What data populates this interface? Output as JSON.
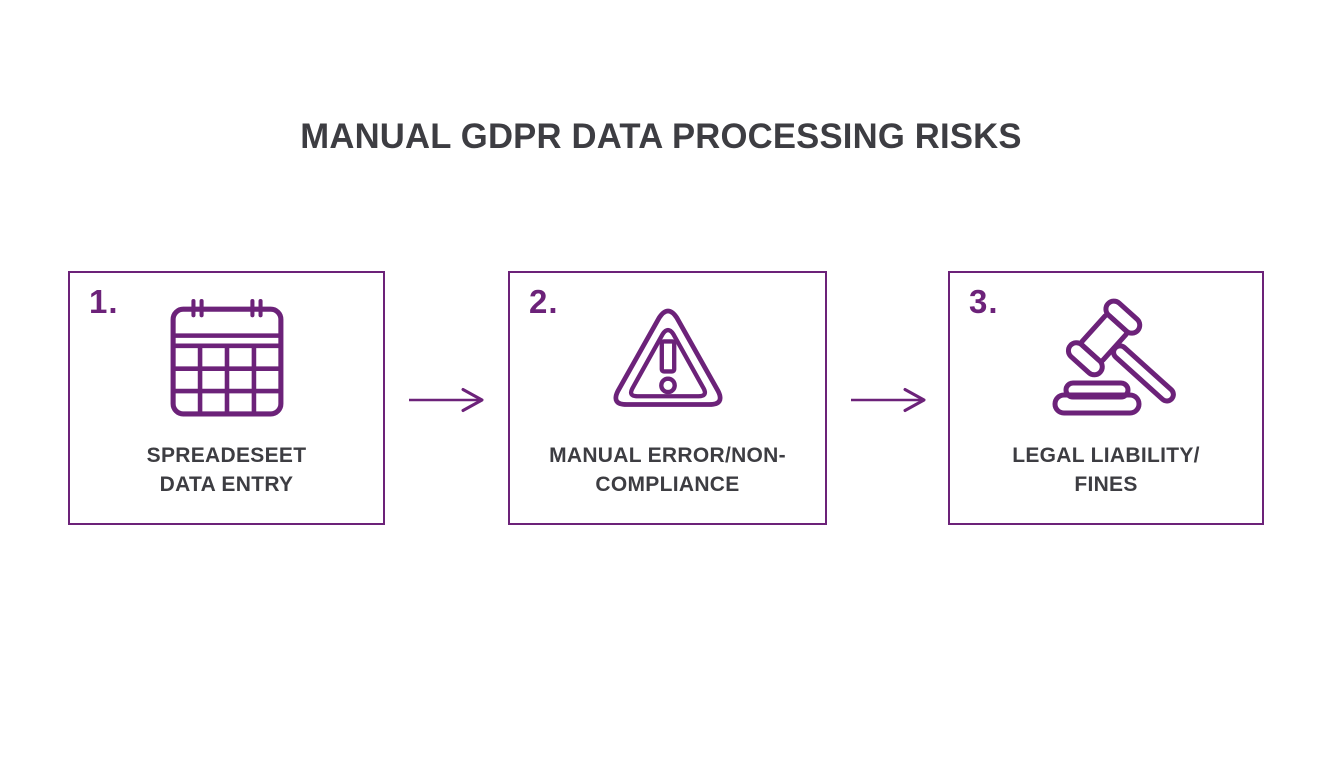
{
  "title": "MANUAL GDPR DATA PROCESSING RISKS",
  "colors": {
    "accent": "#6c2279",
    "text": "#3d3d42",
    "background": "#ffffff"
  },
  "steps": [
    {
      "number": "1.",
      "icon": "spreadsheet-grid-icon",
      "label_lines": [
        "SPREADESEET",
        "DATA ENTRY"
      ]
    },
    {
      "number": "2.",
      "icon": "warning-triangle-icon",
      "label_lines": [
        "MANUAL ERROR/NON-",
        "COMPLIANCE"
      ]
    },
    {
      "number": "3.",
      "icon": "gavel-icon",
      "label_lines": [
        "LEGAL LIABILITY/",
        "FINES"
      ]
    }
  ],
  "connectors": [
    {
      "type": "arrow-right"
    },
    {
      "type": "arrow-right"
    }
  ]
}
